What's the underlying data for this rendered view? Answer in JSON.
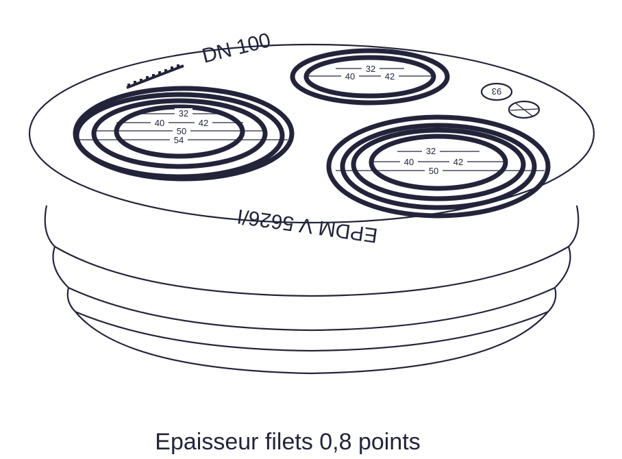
{
  "drawing": {
    "top_marking": "DN 100",
    "side_marking": "EPDM  V  5626/I",
    "badge_marking": "93",
    "holes": [
      {
        "name": "left",
        "sizes": [
          "32",
          "40",
          "42",
          "50",
          "54"
        ]
      },
      {
        "name": "top",
        "sizes": [
          "32",
          "40",
          "42"
        ]
      },
      {
        "name": "right",
        "sizes": [
          "32",
          "40",
          "42",
          "50"
        ]
      }
    ]
  },
  "caption": "Epaisseur filets 0,8 points",
  "colors": {
    "line": "#23243a",
    "background": "#ffffff"
  }
}
